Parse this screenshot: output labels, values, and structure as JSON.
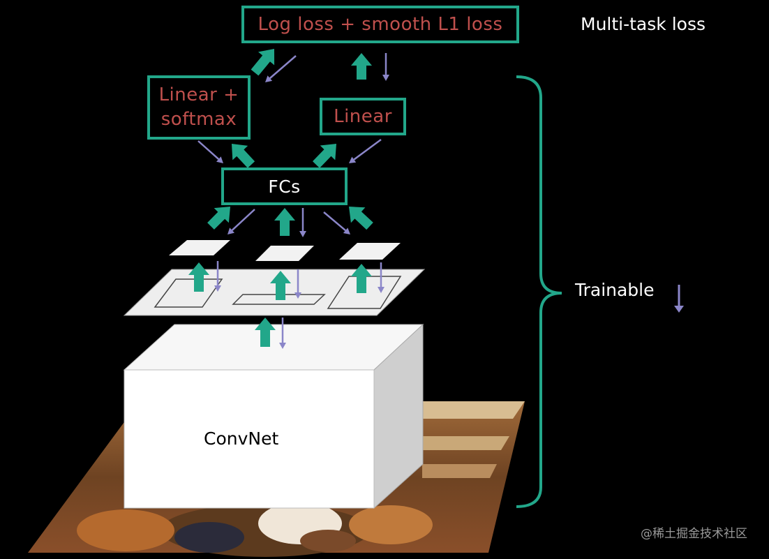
{
  "labels": {
    "loss": "Log loss + smooth L1 loss",
    "multitask": "Multi-task loss",
    "softmax": "Linear +\nsoftmax",
    "linear": "Linear",
    "fcs": "FCs",
    "trainable": "Trainable",
    "convnet": "ConvNet",
    "watermark": "@稀土掘金技术社区"
  },
  "colors": {
    "box_border": "#22a78a",
    "box_text": "#c0504d",
    "up_arrow": "#22a78a",
    "down_arrow": "#8b86c9",
    "background": "#000000"
  }
}
